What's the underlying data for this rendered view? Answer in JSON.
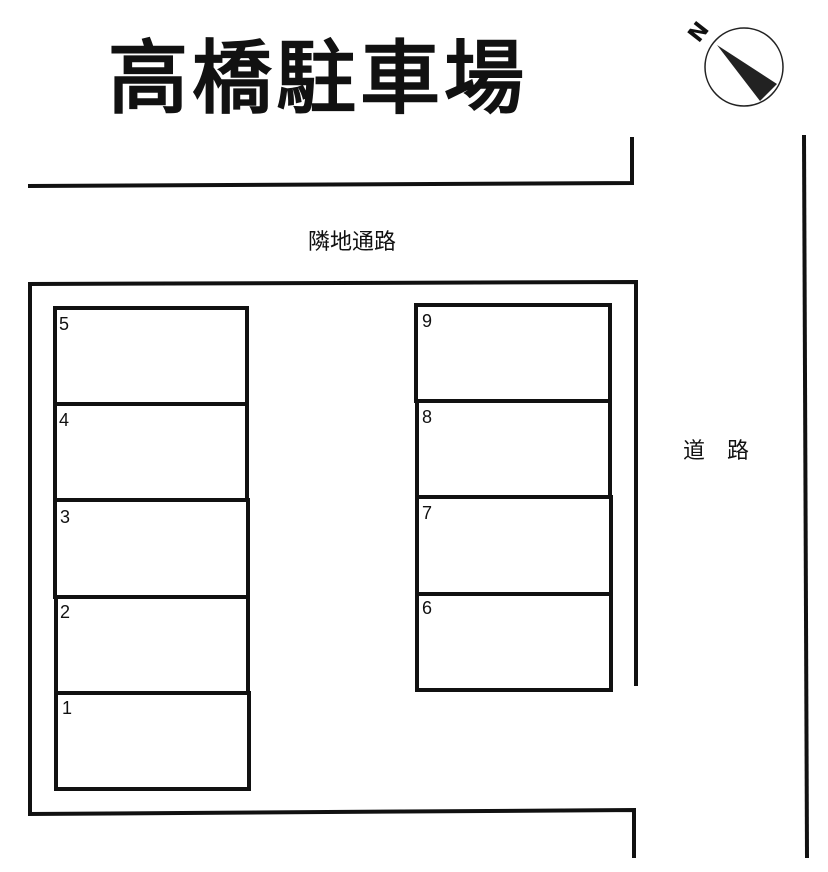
{
  "title": "高橋駐車場",
  "compass": {
    "north_label": "N",
    "icon": "compass-north-arrow-icon"
  },
  "labels": {
    "adjacent_passage": "隣地通路",
    "road": "道路"
  },
  "parking": {
    "left_column": [
      {
        "number": "5"
      },
      {
        "number": "4"
      },
      {
        "number": "3"
      },
      {
        "number": "2"
      },
      {
        "number": "1"
      }
    ],
    "right_column": [
      {
        "number": "9"
      },
      {
        "number": "8"
      },
      {
        "number": "7"
      },
      {
        "number": "6"
      }
    ]
  },
  "colors": {
    "line": "#111111",
    "background": "#ffffff"
  }
}
